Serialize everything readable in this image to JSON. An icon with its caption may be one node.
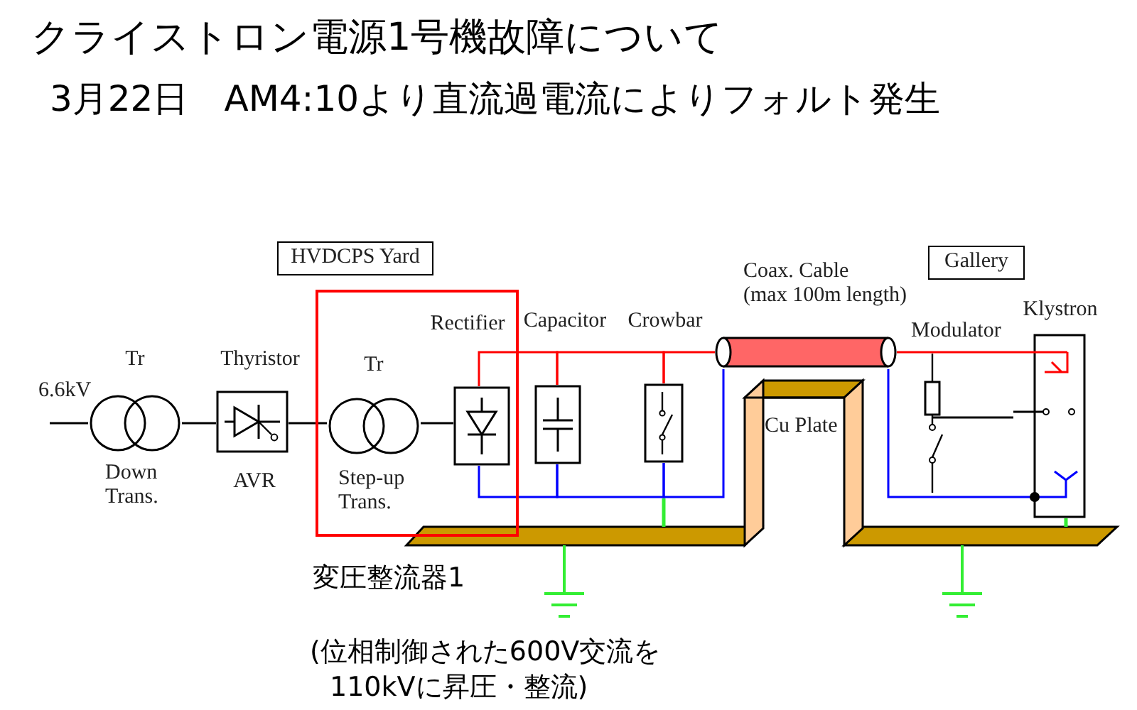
{
  "diagram": {
    "title": "クライストロン電源1号機故障について",
    "nodes": [
      {
        "text": [
          "Tr",
          "Down Trans."
        ]
      },
      {
        "text": [
          "Thyristor",
          "AVR"
        ]
      },
      {
        "text": [],
        "shape": "box"
      },
      {
        "text": [
          "Tr",
          "Step-up Trans."
        ],
        "in": 2
      },
      {
        "text": [
          "Rectifier"
        ],
        "in": 2
      },
      {
        "text": [
          "Capacitor"
        ]
      },
      {
        "text": [
          "Crowbar"
        ]
      },
      {
        "text": [
          "Coax. Cable (max 100m length)"
        ]
      },
      {
        "text": [
          "Cu Plate"
        ]
      },
      {
        "text": [],
        "shape": "picture",
        "beside": [
          "Modulator"
        ]
      },
      {
        "text": [
          "Klystron"
        ]
      },
      {
        "text": [
          "HVDCPS Yard"
        ]
      },
      {
        "text": [
          "Gallery"
        ]
      }
    ],
    "edges": [
      {
        "from": null,
        "to": 0,
        "arrow": "none"
      },
      {
        "from": 0,
        "to": 1,
        "arrow": "none"
      },
      {
        "from": 1,
        "to": 3,
        "arrow": "none"
      },
      {
        "from": 3,
        "to": 4,
        "arrow": "none"
      },
      {
        "from": 4,
        "to": 5,
        "arrow": "none",
        "color": "#ff0000"
      },
      {
        "from": 5,
        "to": 6,
        "arrow": "none",
        "color": "#ff0000"
      },
      {
        "from": 6,
        "to": 7,
        "arrow": "none",
        "color": "#ff0000"
      },
      {
        "from": 4,
        "to": 5,
        "arrow": "none",
        "color": "#0000ff"
      },
      {
        "from": 5,
        "to": 6,
        "arrow": "none",
        "color": "#0000ff"
      },
      {
        "from": 6,
        "to": 7,
        "arrow": "none",
        "color": "#0000ff"
      },
      {
        "from": 7,
        "to": 10,
        "arrow": "none",
        "color": "#ff0000"
      },
      {
        "from": 7,
        "to": 10,
        "arrow": "none",
        "color": "#0000ff"
      },
      {
        "from": 9,
        "to": 10,
        "arrow": "none"
      }
    ],
    "labels": [
      "3月22日　AM4:10より直流過電流によりフォルト発生",
      "6.6kV",
      "変圧整流器1",
      "(位相制御された600V交流を110kVに昇圧・整流)"
    ]
  }
}
